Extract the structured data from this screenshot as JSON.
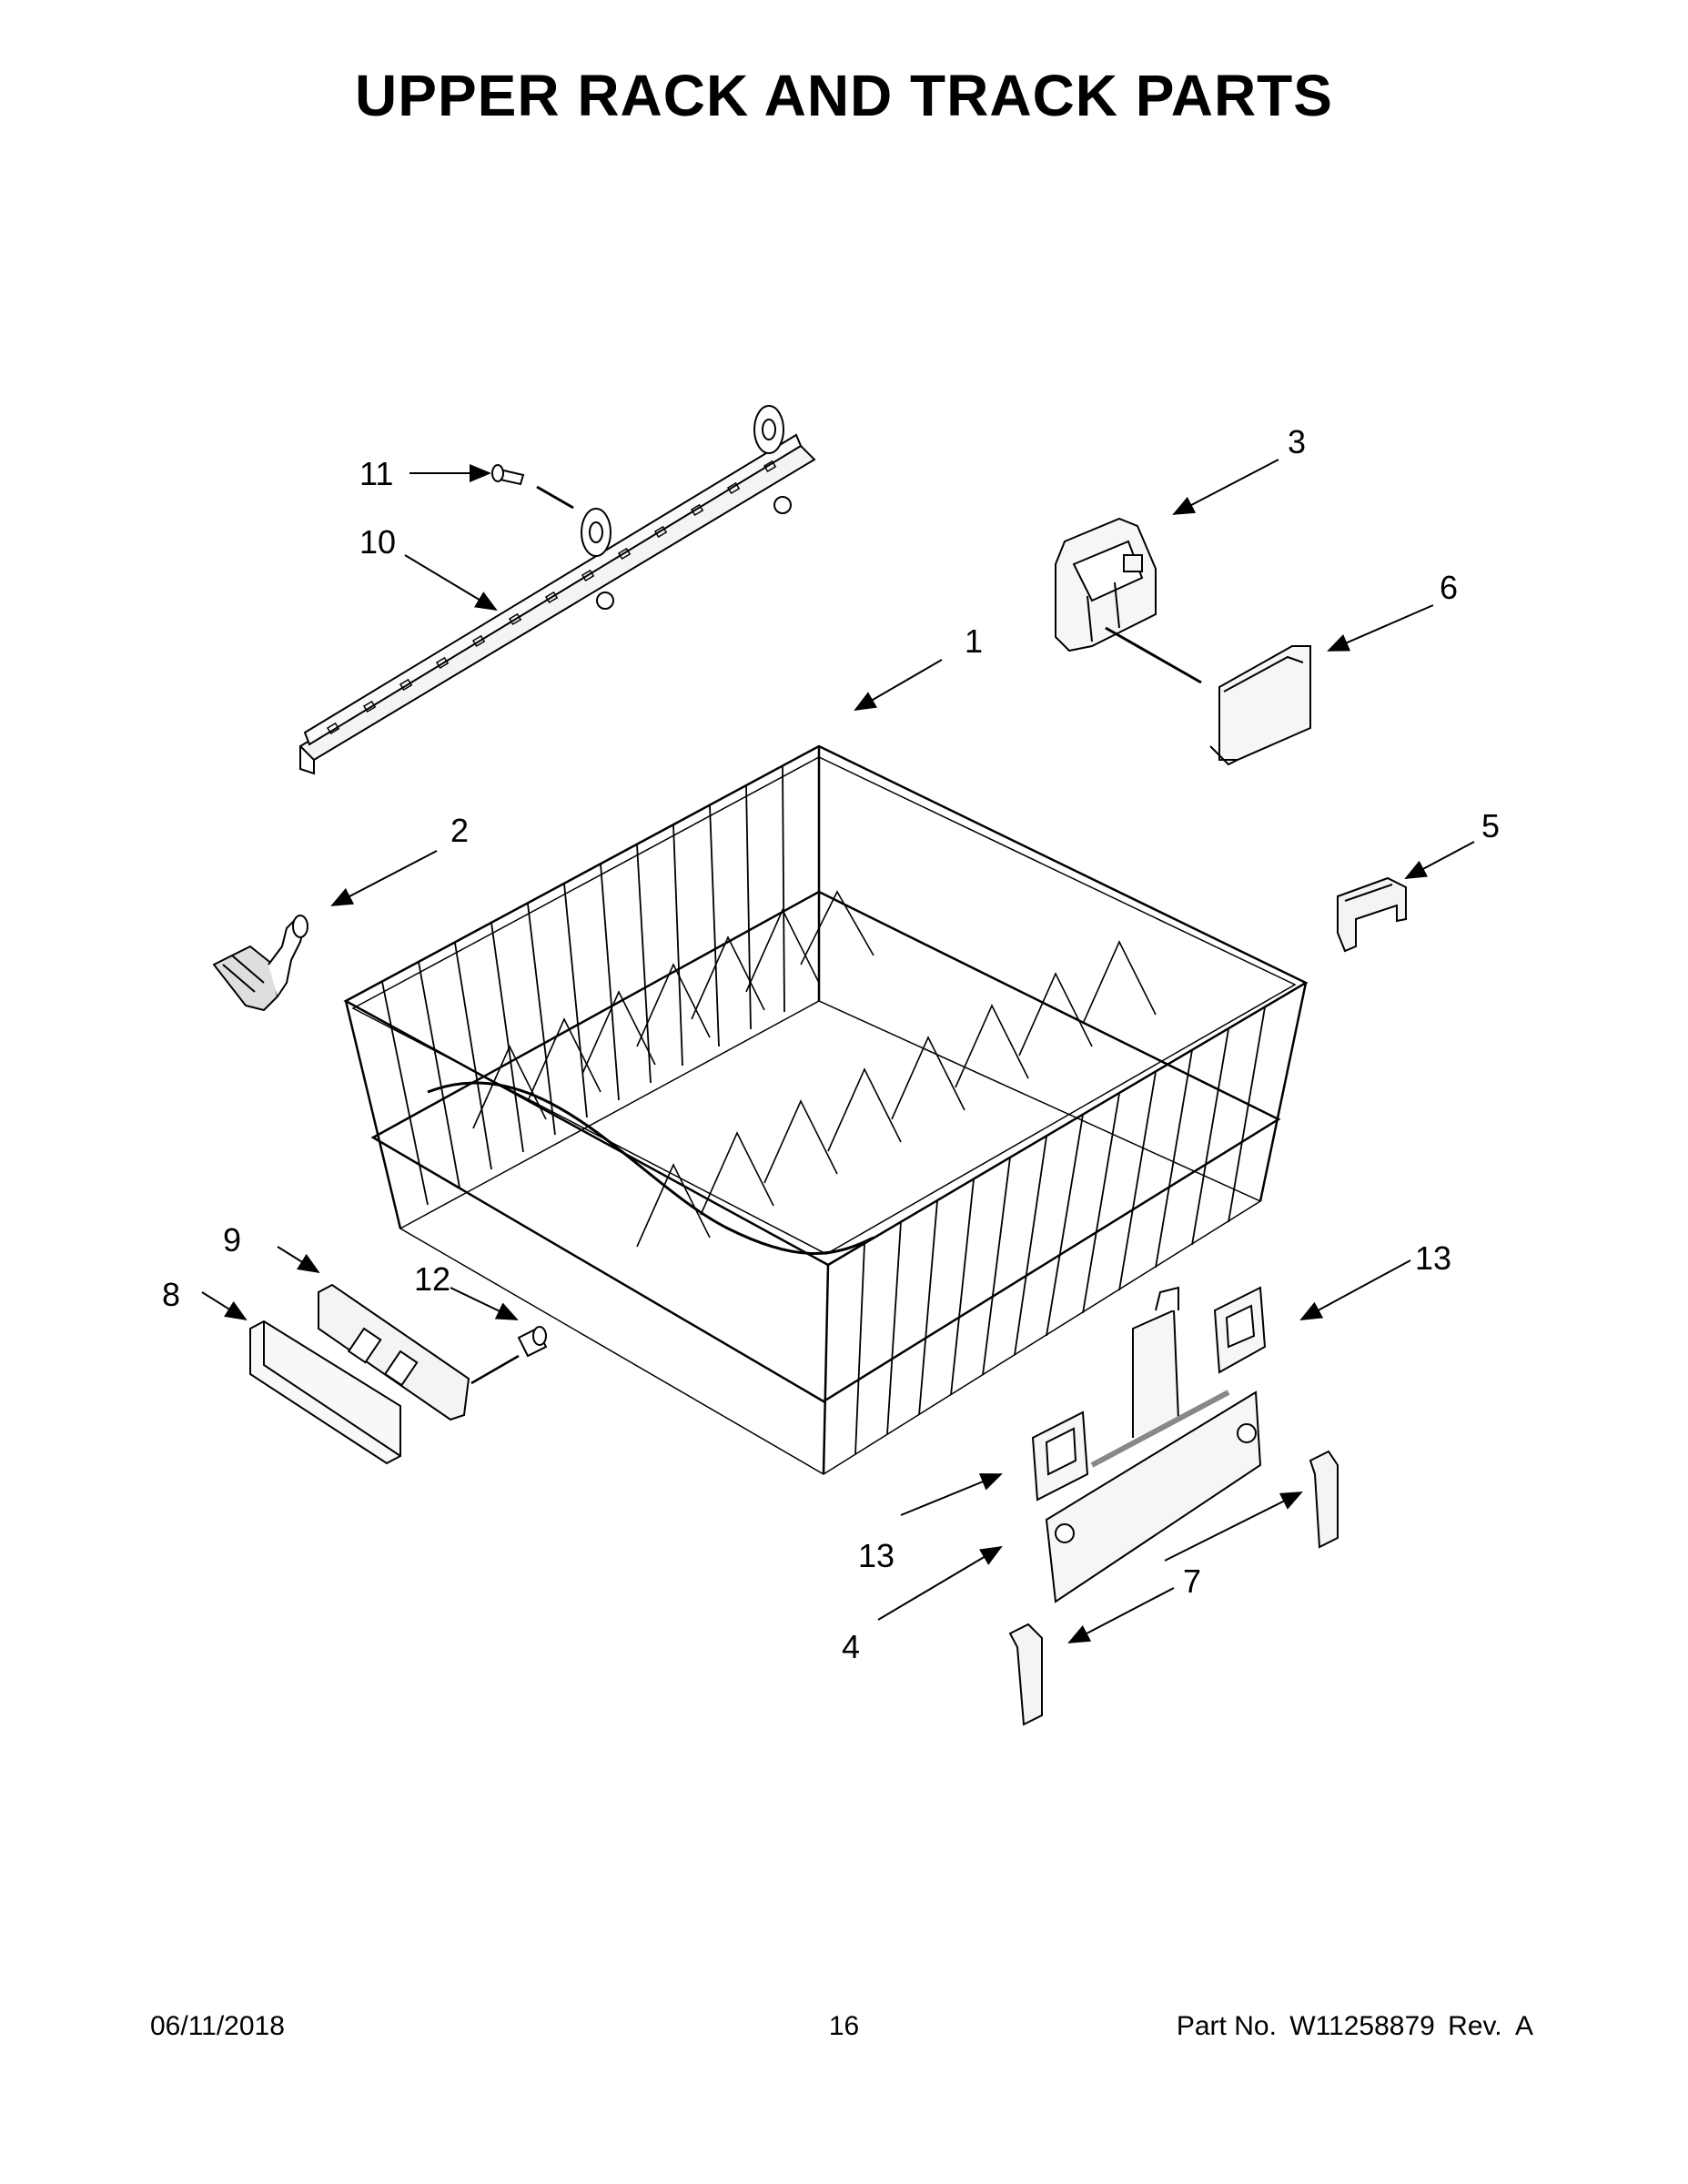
{
  "title": "UPPER RACK AND TRACK PARTS",
  "callouts": {
    "c1": "1",
    "c2": "2",
    "c3": "3",
    "c4": "4",
    "c5": "5",
    "c6": "6",
    "c7": "7",
    "c8": "8",
    "c9": "9",
    "c10": "10",
    "c11": "11",
    "c12": "12",
    "c13a": "13",
    "c13b": "13"
  },
  "footer": {
    "date": "06/11/2018",
    "page": "16",
    "part_label": "Part No.",
    "part_number": "W11258879",
    "rev_label": "Rev.",
    "rev": "A"
  }
}
